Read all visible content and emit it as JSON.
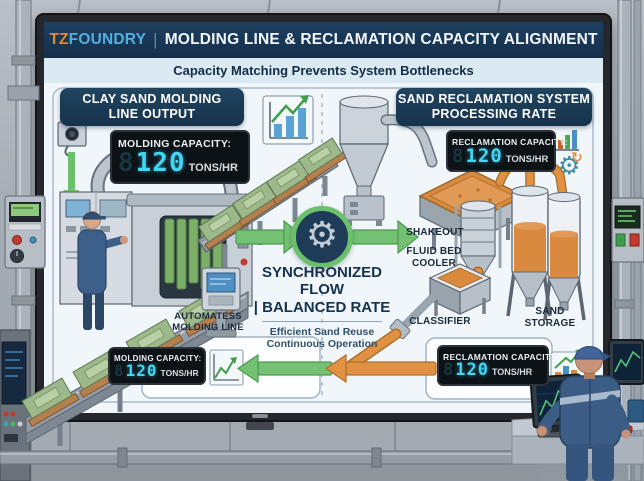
{
  "header": {
    "brand_prefix": "TZ",
    "brand_suffix": "FOUNDRY",
    "divider": "|",
    "title": "MOLDING LINE & RECLAMATION CAPACITY ALIGNMENT",
    "subtitle": "Capacity Matching Prevents System Bottlenecks"
  },
  "left_panel": {
    "title_line1": "CLAY SAND MOLDING",
    "title_line2": "LINE OUTPUT",
    "display": {
      "label": "MOLDING CAPACITY:",
      "ghost": "8",
      "value": "120",
      "unit": "TONS/HR"
    }
  },
  "right_panel": {
    "title_line1": "SAND RECLAMATION SYSTEM",
    "title_line2": "PROCESSING RATE",
    "display": {
      "label": "RECLAMATION CAPACITY:",
      "ghost": "8",
      "value": "120",
      "unit": "TONS/HR"
    }
  },
  "center": {
    "flow_line1": "SYNCHRONIZED FLOW",
    "flow_line2": "| BALANCED RATE",
    "note_line1": "Efficient Sand Reuse",
    "note_line2": "Continuous Operation"
  },
  "equipment_labels": {
    "shakeout": "SHAKEOUT",
    "cooler_line1": "FLUID BED",
    "cooler_line2": "COOLER",
    "classifier": "CLASSIFIER",
    "storage_line1": "SAND",
    "storage_line2": "STORAGE",
    "molding_line1": "AUTOMATESS",
    "molding_line2": "MOLDING LINE"
  },
  "bottom_left_display": {
    "label": "MOLDING CAPACITY:",
    "ghost": "8",
    "value": "120",
    "unit": "TONS/HR"
  },
  "bottom_right_display": {
    "label": "RECLAMATION CAPACITY:",
    "ghost": "8",
    "value": "120",
    "unit": "TONS/HR"
  },
  "icons": {
    "sync_gear_glyph": "⚙",
    "recycle_gear_glyph": "⚙",
    "recycle_arrow_glyph": "↻"
  },
  "colors": {
    "header_navy": "#16334f",
    "brand_orange": "#e08a2e",
    "brand_blue": "#54aede",
    "accent_green": "#6cbf6b",
    "accent_orange": "#df8f3e",
    "digital_cyan": "#41d6f2",
    "display_black": "#0d1217",
    "sand_orange": "#d98a3f"
  }
}
